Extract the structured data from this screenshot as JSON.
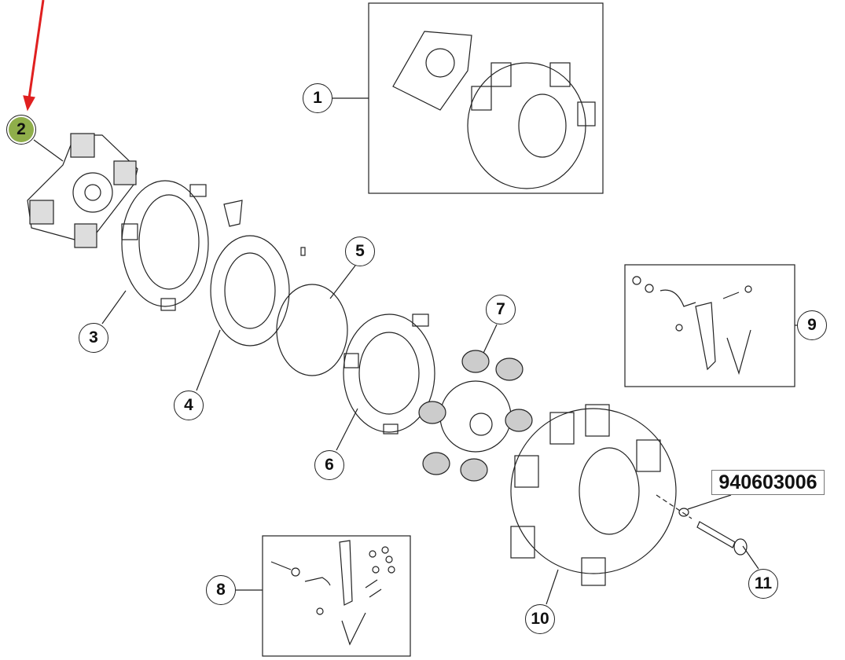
{
  "callouts": [
    {
      "id": "1",
      "label": "1"
    },
    {
      "id": "2",
      "label": "2"
    },
    {
      "id": "3",
      "label": "3"
    },
    {
      "id": "4",
      "label": "4"
    },
    {
      "id": "5",
      "label": "5"
    },
    {
      "id": "6",
      "label": "6"
    },
    {
      "id": "7",
      "label": "7"
    },
    {
      "id": "8",
      "label": "8"
    },
    {
      "id": "9",
      "label": "9"
    },
    {
      "id": "10",
      "label": "10"
    },
    {
      "id": "11",
      "label": "11"
    }
  ],
  "part_number_label": "940603006",
  "selected_callout": "2",
  "colors": {
    "selected": "#8fae4a",
    "pointer_arrow": "#e02020",
    "line": "#222222"
  }
}
